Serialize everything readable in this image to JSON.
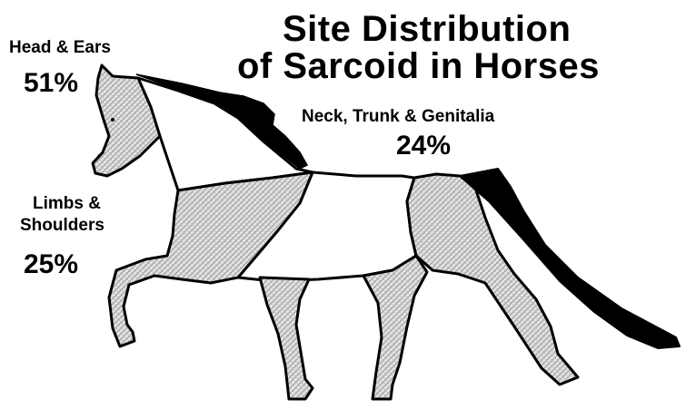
{
  "title": {
    "line1": "Site Distribution",
    "line2": "of Sarcoid in Horses"
  },
  "regions": {
    "head_ears": {
      "label": "Head & Ears",
      "percent": "51%"
    },
    "neck_trunk": {
      "label": "Neck, Trunk & Genitalia",
      "percent": "24%"
    },
    "limbs": {
      "label_line1": "Limbs &",
      "label_line2": "Shoulders",
      "percent": "25%"
    }
  },
  "colors": {
    "outline": "#000000",
    "mane_tail": "#000000",
    "shaded_fill": "#d4d4d4",
    "unshaded_fill": "#ffffff"
  }
}
